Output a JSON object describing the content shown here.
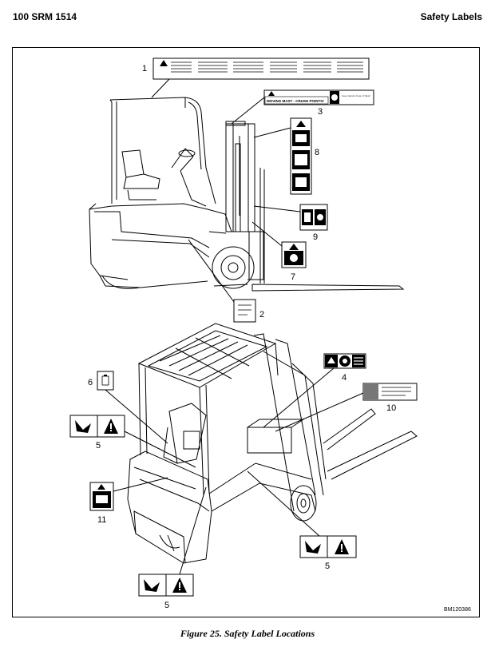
{
  "header": {
    "left": "100 SRM 1514",
    "right": "Safety Labels"
  },
  "figure": {
    "callouts": [
      "1",
      "2",
      "3",
      "4",
      "5",
      "6",
      "7",
      "8",
      "9",
      "10",
      "11"
    ],
    "label_3_text": "MOVING MAST - CRUSH POINTS!",
    "label_3_side_text": "Keep Hands Clear of Mast!",
    "drawing_id": "BM120386"
  },
  "caption": "Figure 25. Safety Label Locations"
}
